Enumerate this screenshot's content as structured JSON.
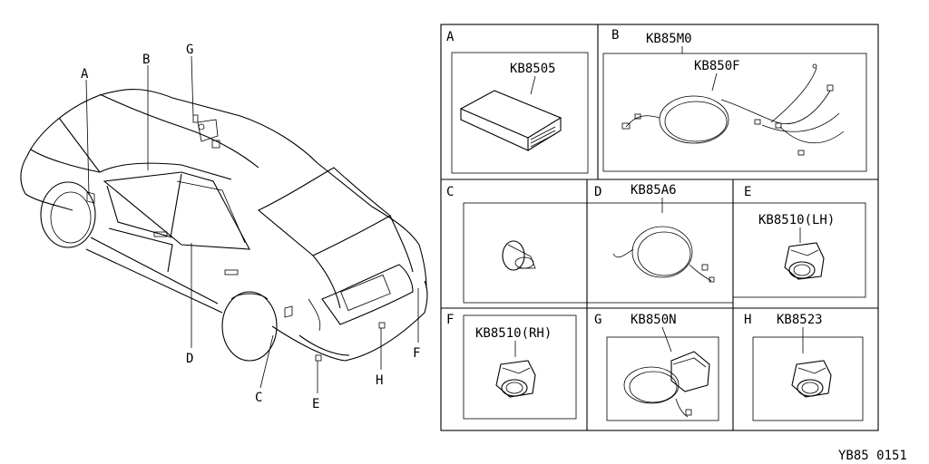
{
  "diagram_code": "YB85 0151",
  "car_callouts": [
    "A",
    "B",
    "G",
    "D",
    "C",
    "E",
    "H",
    "F"
  ],
  "panels": [
    {
      "letter": "A",
      "parts": [
        "KB8505"
      ]
    },
    {
      "letter": "B",
      "parts": [
        "KB85M0",
        "KB850F"
      ]
    },
    {
      "letter": "C",
      "parts": []
    },
    {
      "letter": "D",
      "parts": [
        "KB85A6"
      ]
    },
    {
      "letter": "E",
      "parts": [
        "KB8510(LH)"
      ]
    },
    {
      "letter": "F",
      "parts": [
        "KB8510(RH)"
      ]
    },
    {
      "letter": "G",
      "parts": [
        "KB850N"
      ]
    },
    {
      "letter": "H",
      "parts": [
        "KB8523"
      ]
    }
  ]
}
